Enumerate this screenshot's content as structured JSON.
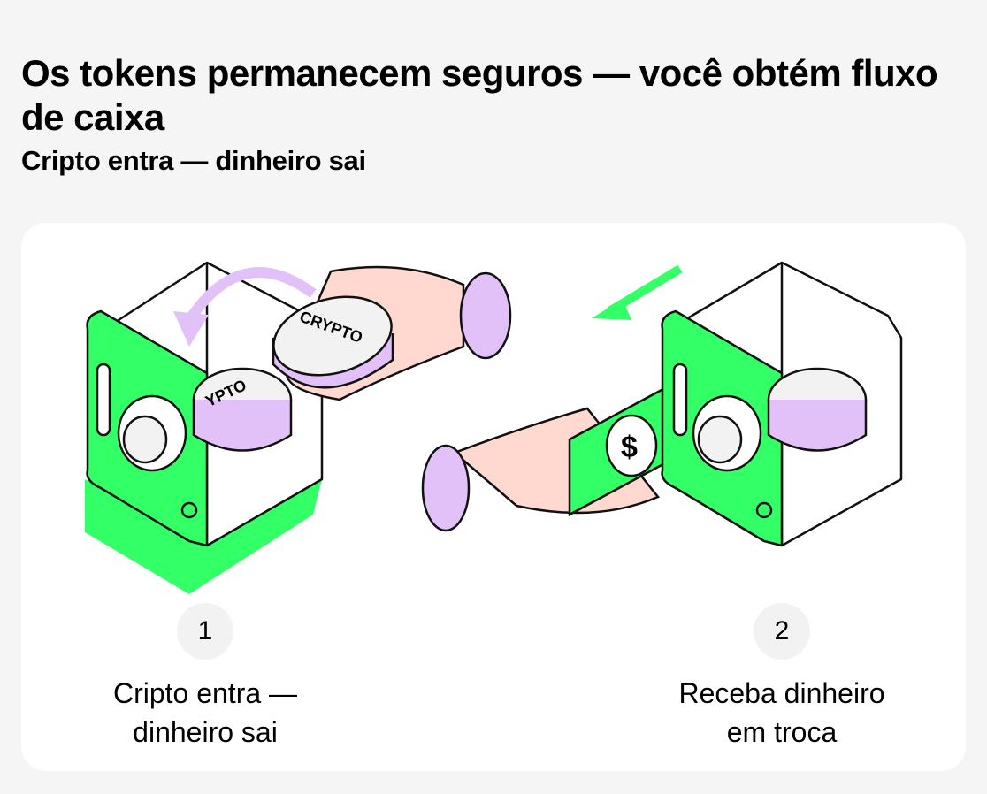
{
  "header": {
    "title": "Os tokens permanecem seguros — você obtém fluxo de caixa",
    "subtitle": "Cripto entra — dinheiro sai"
  },
  "illustration": {
    "coin_label": "CRYPTO",
    "coin_label_partial": "YPTO",
    "bill_symbol": "$",
    "colors": {
      "green": "#33ff66",
      "lavender": "#e2c1f9",
      "skin": "#ffd9cf",
      "outline": "#111111"
    }
  },
  "steps": [
    {
      "number": "1",
      "text_line1": "Cripto entra —",
      "text_line2": "dinheiro sai"
    },
    {
      "number": "2",
      "text_line1": "Receba dinheiro",
      "text_line2": "em troca"
    }
  ]
}
